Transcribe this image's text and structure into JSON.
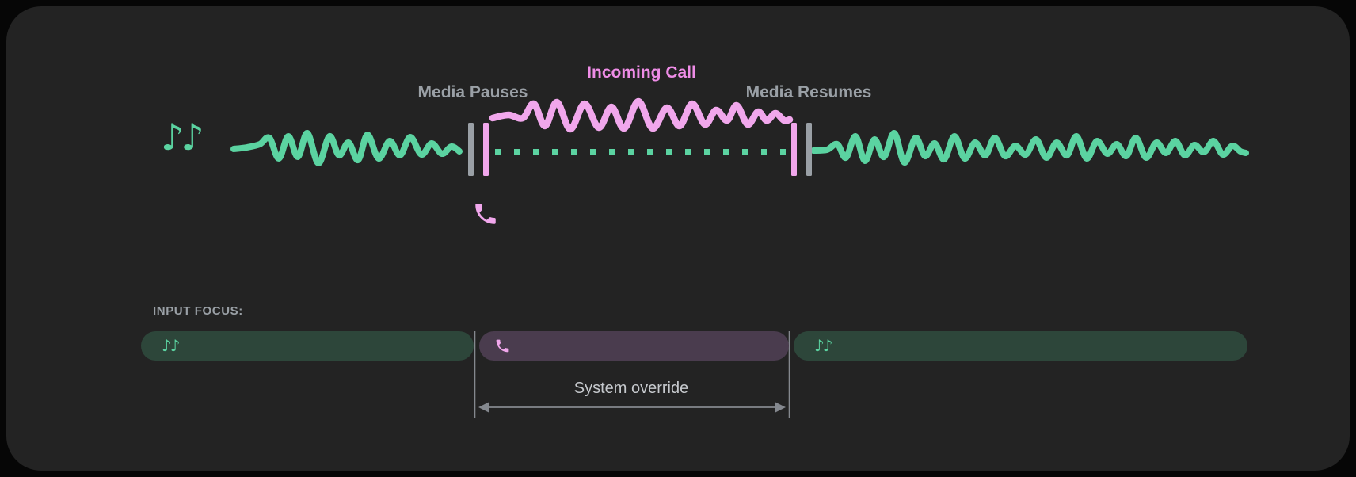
{
  "colors": {
    "page_bg": "#060606",
    "card_bg": "#232323",
    "media_green": "#5bd3a1",
    "media_green_dim": "#2d463a",
    "call_pink": "#f1a7ec",
    "call_pink_text": "#ef8de7",
    "call_purple_dim": "#4a3c4e",
    "label_gray": "#9aa0a6",
    "bar_gray": "#9aa0a6",
    "annotation_gray": "#c6c9cd",
    "guide_gray": "#84888e"
  },
  "timeline": {
    "media_pauses_label": "Media Pauses",
    "incoming_call_label": "Incoming Call",
    "media_resumes_label": "Media Resumes"
  },
  "input_focus": {
    "heading": "INPUT FOCUS:",
    "segments": [
      {
        "name": "media-before",
        "type": "media"
      },
      {
        "name": "call",
        "type": "call"
      },
      {
        "name": "media-after",
        "type": "media"
      }
    ],
    "override_label": "System override"
  },
  "icons": {
    "music_notes_glyph": "♪♪"
  }
}
